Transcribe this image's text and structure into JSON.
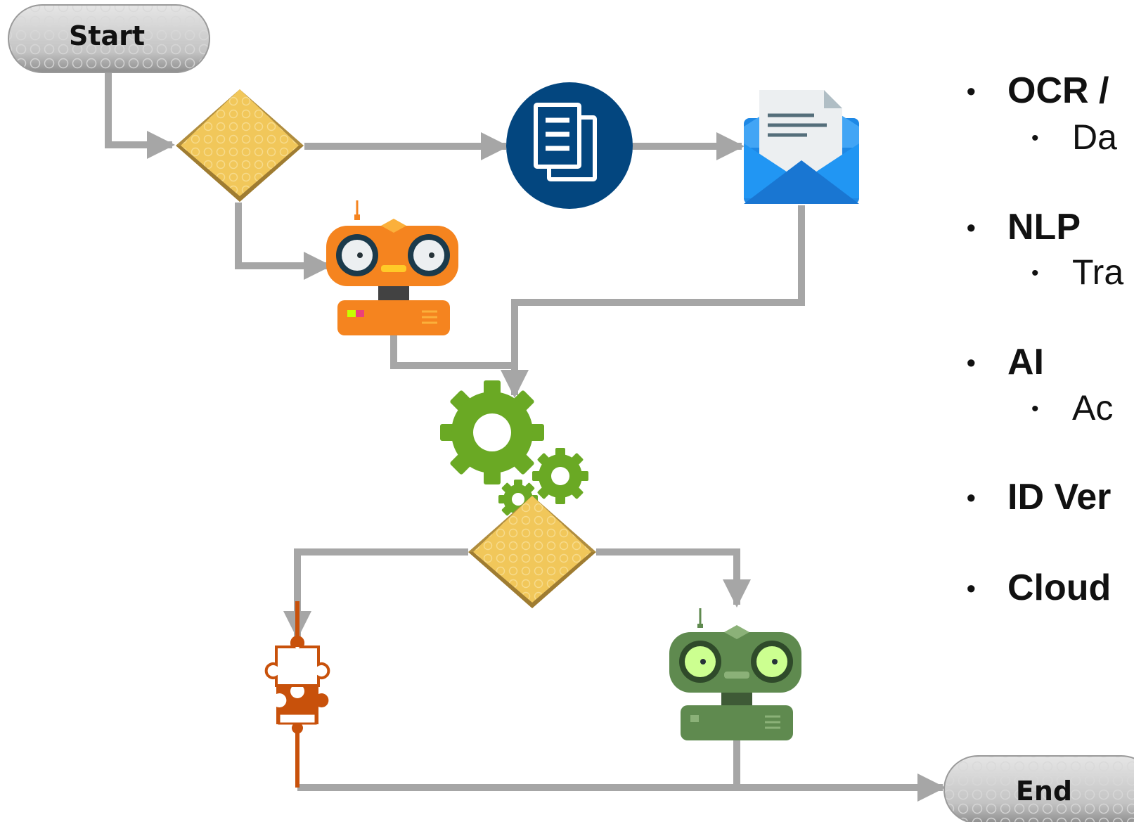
{
  "flow": {
    "start_label": "Start",
    "end_label": "End"
  },
  "bullets": [
    {
      "label": "OCR /",
      "sub": "Da"
    },
    {
      "label": "NLP",
      "sub": "Tra"
    },
    {
      "label": "AI",
      "sub": "Ac"
    },
    {
      "label": "ID Ver",
      "sub": ""
    },
    {
      "label": "Cloud",
      "sub": ""
    }
  ],
  "icons": {
    "start": "start-terminator-icon",
    "decision": "decision-diamond-icon",
    "document": "document-copy-icon",
    "email": "open-envelope-icon",
    "robot_orange": "orange-robot-icon",
    "gears": "gears-icon",
    "puzzle": "puzzle-pieces-icon",
    "robot_green": "green-robot-icon",
    "end": "end-terminator-icon"
  },
  "colors": {
    "connector": "#a6a6a6",
    "terminator": "#bfbfbf",
    "diamond": "#f1c75a",
    "document_circle": "#03467f",
    "envelope": "#2196f3",
    "robot_orange": "#f5841f",
    "gears": "#6aa924",
    "puzzle": "#c8510b",
    "robot_green": "#5f8a4f"
  }
}
